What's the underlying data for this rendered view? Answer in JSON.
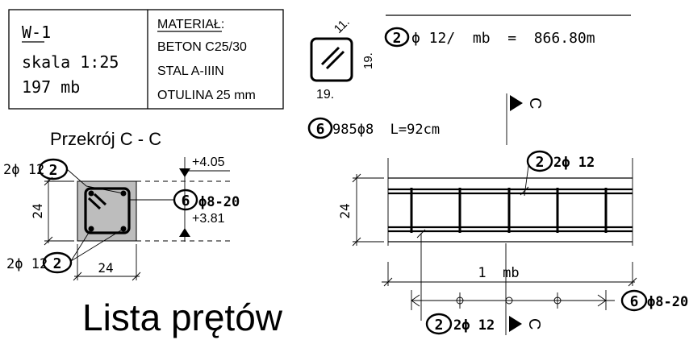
{
  "title_block": {
    "id": "W-1",
    "scale": "skala 1:25",
    "quantity": "197 mb",
    "material_header": "MATERIAŁ:",
    "concrete": "BETON C25/30",
    "steel": "STAL A-IIIN",
    "cover": "OTULINA 25 mm"
  },
  "bar_shape": {
    "dim_top": "11.",
    "dim_right": "19.",
    "dim_bottom": "19."
  },
  "bar2_summary": {
    "mark": "2",
    "text": "ϕ 12/  mb  =  866.80m"
  },
  "bar6_summary": {
    "mark": "6",
    "text": "985ϕ8  L=92cm"
  },
  "section": {
    "title": "Przekrój C - C",
    "top_bars_label": "2ϕ 12",
    "top_bars_mark": "2",
    "bottom_bars_label": "2ϕ 12",
    "bottom_bars_mark": "2",
    "height_dim": "24",
    "width_dim": "24",
    "level_top": "+4.05",
    "level_bottom": "+3.81",
    "stirrup_mark": "6",
    "stirrup_label": "ϕ8-20"
  },
  "elevation": {
    "top_bars_mark": "2",
    "top_bars_label": "2ϕ 12",
    "height_dim": "24",
    "length_label": "1  mb",
    "bottom_bars_mark": "2",
    "bottom_bars_label": "2ϕ 12",
    "stirrup_mark": "6",
    "stirrup_label": "ϕ8-20",
    "cut_mark": "C"
  },
  "footer": {
    "heading": "Lista prętów"
  }
}
